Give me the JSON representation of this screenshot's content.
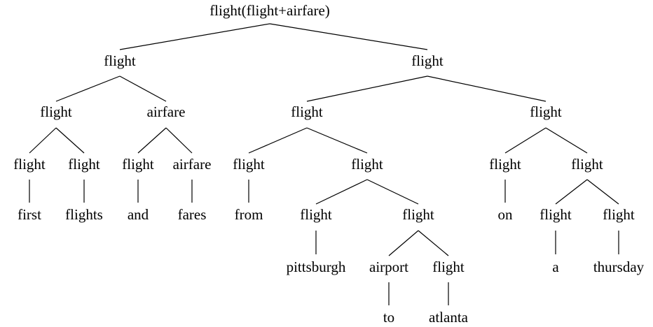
{
  "tree": {
    "root": {
      "label": "flight(flight+airfare)"
    },
    "nodes": {
      "n1": {
        "label": "flight"
      },
      "n2": {
        "label": "flight"
      },
      "n3": {
        "label": "flight"
      },
      "n4": {
        "label": "airfare"
      },
      "n5": {
        "label": "flight"
      },
      "n6": {
        "label": "flight"
      },
      "n7": {
        "label": "flight"
      },
      "n8": {
        "label": "airfare"
      },
      "n9": {
        "label": "first"
      },
      "n10": {
        "label": "flights"
      },
      "n11": {
        "label": "and"
      },
      "n12": {
        "label": "fares"
      },
      "n13": {
        "label": "flight"
      },
      "n14": {
        "label": "flight"
      },
      "n15": {
        "label": "from"
      },
      "n16": {
        "label": "flight"
      },
      "n17": {
        "label": "flight"
      },
      "n18": {
        "label": "pittsburgh"
      },
      "n19": {
        "label": "airport"
      },
      "n20": {
        "label": "flight"
      },
      "n21": {
        "label": "to"
      },
      "n22": {
        "label": "atlanta"
      },
      "n23": {
        "label": "flight"
      },
      "n24": {
        "label": "flight"
      },
      "n25": {
        "label": "on"
      },
      "n26": {
        "label": "flight"
      },
      "n27": {
        "label": "flight"
      },
      "n28": {
        "label": "a"
      },
      "n29": {
        "label": "thursday"
      }
    }
  }
}
